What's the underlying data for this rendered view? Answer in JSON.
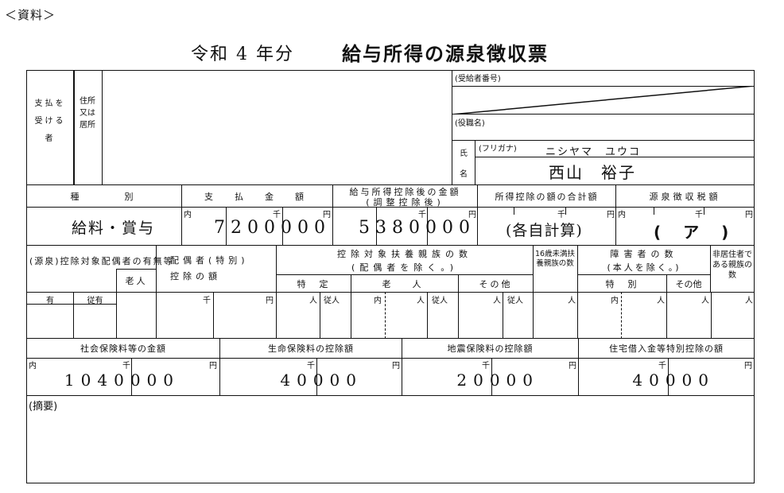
{
  "header": {
    "label": "＜資料＞",
    "title_year": "令和 4 年分",
    "title": "給与所得の源泉徴収票"
  },
  "recipient": {
    "label": "支払を受ける者",
    "address_label": "住所又は居所",
    "id_label": "(受給者番号)",
    "position_label": "(役職名)",
    "name_label_1": "氏",
    "name_label_2": "名",
    "furigana_label": "(フリガナ)",
    "furigana": "ニシヤマ　ユウコ",
    "name": "西山　裕子"
  },
  "row1": {
    "headers": {
      "type": "種　　　別",
      "payment": "支　払　金　額",
      "after_deduction": "給与所得控除後の金額",
      "after_deduction_sub": "(調整控除後)",
      "deduction_total": "所得控除の額の合計額",
      "withholding": "源泉徴収税額"
    },
    "units": {
      "inner": "内",
      "thousand": "千",
      "yen": "円"
    },
    "values": {
      "type": "給料・賞与",
      "payment": "7200000",
      "after_deduction": "5380000",
      "deduction_total": "(各自計算)",
      "withholding": "(　ア　)"
    }
  },
  "row2": {
    "spouse": "(源泉)控除対象配偶者の有無等",
    "elderly": "老人",
    "spouse_deduction": "配偶者(特別)控除の額",
    "dependents": "控除対象扶養親族の数",
    "dependents_sub": "(配偶者を除く。)",
    "specific": "特　定",
    "old": "老　人",
    "other": "その他",
    "under16": "16歳未満扶養親族の数",
    "disabled": "障害者の数",
    "disabled_sub": "(本人を除く。)",
    "special": "特　別",
    "disabled_other": "その他",
    "nonresident": "非居住者である親族の数",
    "has": "有",
    "sub_has": "従有",
    "person": "人",
    "sub_person": "従人"
  },
  "row3": {
    "social": "社会保険料等の金額",
    "life": "生命保険料の控除額",
    "quake": "地震保険料の控除額",
    "housing": "住宅借入金等特別控除の額",
    "values": {
      "social": "1040000",
      "life": "40000",
      "quake": "20000",
      "housing": "40000"
    }
  },
  "remarks": {
    "label": "(摘要)"
  }
}
